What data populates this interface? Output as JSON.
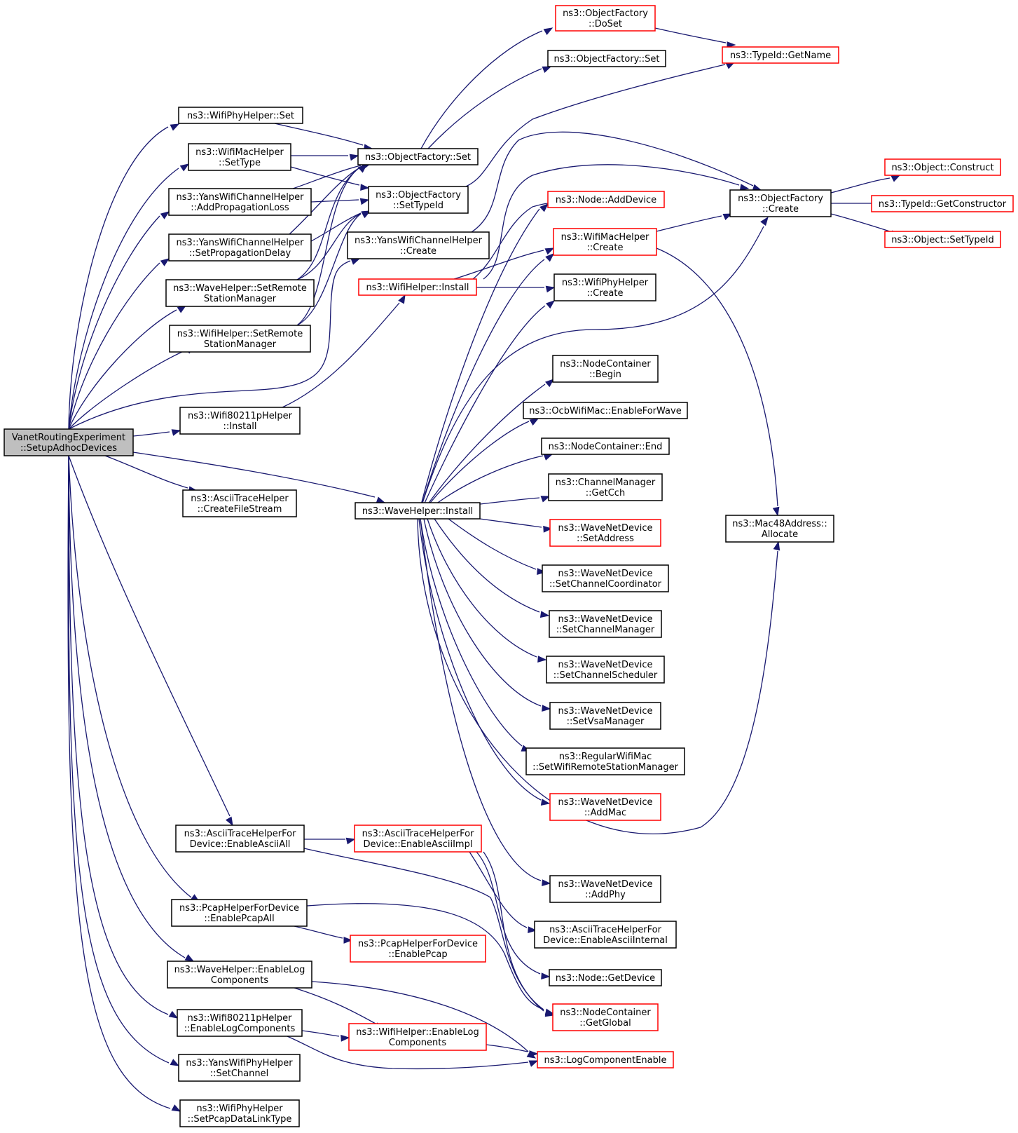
{
  "colors": {
    "edge": "#191970",
    "node_border": "#000000",
    "node_border_truncated": "#ff0000",
    "node_fill": "#ffffff",
    "root_fill": "#bfbfbf",
    "text": "#000000"
  },
  "nodes": [
    {
      "id": "root",
      "lines": [
        "VanetRoutingExperiment",
        "::SetupAdhocDevices"
      ],
      "kind": "root"
    },
    {
      "id": "wifiphy_set",
      "lines": [
        "ns3::WifiPhyHelper::Set"
      ],
      "kind": "normal"
    },
    {
      "id": "wifimac_settype",
      "lines": [
        "ns3::WifiMacHelper",
        "::SetType"
      ],
      "kind": "normal"
    },
    {
      "id": "yans_addproploss",
      "lines": [
        "ns3::YansWifiChannelHelper",
        "::AddPropagationLoss"
      ],
      "kind": "normal"
    },
    {
      "id": "yans_setpropdelay",
      "lines": [
        "ns3::YansWifiChannelHelper",
        "::SetPropagationDelay"
      ],
      "kind": "normal"
    },
    {
      "id": "wave_setremote",
      "lines": [
        "ns3::WaveHelper::SetRemote",
        "StationManager"
      ],
      "kind": "normal"
    },
    {
      "id": "wifi_setremote",
      "lines": [
        "ns3::WifiHelper::SetRemote",
        "StationManager"
      ],
      "kind": "normal"
    },
    {
      "id": "wifi80211p_install",
      "lines": [
        "ns3::Wifi80211pHelper",
        "::Install"
      ],
      "kind": "normal"
    },
    {
      "id": "ascii_createfilestream",
      "lines": [
        "ns3::AsciiTraceHelper",
        "::CreateFileStream"
      ],
      "kind": "normal"
    },
    {
      "id": "ascii_enableall",
      "lines": [
        "ns3::AsciiTraceHelperFor",
        "Device::EnableAsciiAll"
      ],
      "kind": "normal"
    },
    {
      "id": "pcap_enableall",
      "lines": [
        "ns3::PcapHelperForDevice",
        "::EnablePcapAll"
      ],
      "kind": "normal"
    },
    {
      "id": "wave_enablelog",
      "lines": [
        "ns3::WaveHelper::EnableLog",
        "Components"
      ],
      "kind": "normal"
    },
    {
      "id": "wifi80211p_enablelog",
      "lines": [
        "ns3::Wifi80211pHelper",
        "::EnableLogComponents"
      ],
      "kind": "normal"
    },
    {
      "id": "yansphy_setchannel",
      "lines": [
        "ns3::YansWifiPhyHelper",
        "::SetChannel"
      ],
      "kind": "normal"
    },
    {
      "id": "wifiphy_setpcap",
      "lines": [
        "ns3::WifiPhyHelper",
        "::SetPcapDataLinkType"
      ],
      "kind": "normal"
    },
    {
      "id": "of_set",
      "lines": [
        "ns3::ObjectFactory::Set"
      ],
      "kind": "normal"
    },
    {
      "id": "of_settypeid",
      "lines": [
        "ns3::ObjectFactory",
        "::SetTypeId"
      ],
      "kind": "normal"
    },
    {
      "id": "yans_create",
      "lines": [
        "ns3::YansWifiChannelHelper",
        "::Create"
      ],
      "kind": "normal"
    },
    {
      "id": "wifi_install",
      "lines": [
        "ns3::WifiHelper::Install"
      ],
      "kind": "truncated"
    },
    {
      "id": "wave_install",
      "lines": [
        "ns3::WaveHelper::Install"
      ],
      "kind": "normal"
    },
    {
      "id": "ascii_enableimpl",
      "lines": [
        "ns3::AsciiTraceHelperFor",
        "Device::EnableAsciiImpl"
      ],
      "kind": "truncated"
    },
    {
      "id": "pcap_enablepcap",
      "lines": [
        "ns3::PcapHelperForDevice",
        "::EnablePcap"
      ],
      "kind": "truncated"
    },
    {
      "id": "wifi_enablelog",
      "lines": [
        "ns3::WifiHelper::EnableLog",
        "Components"
      ],
      "kind": "truncated"
    },
    {
      "id": "of_doset",
      "lines": [
        "ns3::ObjectFactory",
        "::DoSet"
      ],
      "kind": "truncated"
    },
    {
      "id": "of_set2",
      "lines": [
        "ns3::ObjectFactory::Set"
      ],
      "kind": "normal"
    },
    {
      "id": "node_adddevice",
      "lines": [
        "ns3::Node::AddDevice"
      ],
      "kind": "truncated"
    },
    {
      "id": "wifimac_create",
      "lines": [
        "ns3::WifiMacHelper",
        "::Create"
      ],
      "kind": "truncated"
    },
    {
      "id": "wifiphy_create",
      "lines": [
        "ns3::WifiPhyHelper",
        "::Create"
      ],
      "kind": "normal"
    },
    {
      "id": "nc_begin",
      "lines": [
        "ns3::NodeContainer",
        "::Begin"
      ],
      "kind": "normal"
    },
    {
      "id": "ocb_enableforwave",
      "lines": [
        "ns3::OcbWifiMac::EnableForWave"
      ],
      "kind": "normal"
    },
    {
      "id": "nc_end",
      "lines": [
        "ns3::NodeContainer::End"
      ],
      "kind": "normal"
    },
    {
      "id": "cm_getcch",
      "lines": [
        "ns3::ChannelManager",
        "::GetCch"
      ],
      "kind": "normal"
    },
    {
      "id": "wnd_setaddress",
      "lines": [
        "ns3::WaveNetDevice",
        "::SetAddress"
      ],
      "kind": "truncated"
    },
    {
      "id": "wnd_setchcoord",
      "lines": [
        "ns3::WaveNetDevice",
        "::SetChannelCoordinator"
      ],
      "kind": "normal"
    },
    {
      "id": "wnd_setchmgr",
      "lines": [
        "ns3::WaveNetDevice",
        "::SetChannelManager"
      ],
      "kind": "normal"
    },
    {
      "id": "wnd_setchsched",
      "lines": [
        "ns3::WaveNetDevice",
        "::SetChannelScheduler"
      ],
      "kind": "normal"
    },
    {
      "id": "wnd_setvsa",
      "lines": [
        "ns3::WaveNetDevice",
        "::SetVsaManager"
      ],
      "kind": "normal"
    },
    {
      "id": "rwm_setremote",
      "lines": [
        "ns3::RegularWifiMac",
        "::SetWifiRemoteStationManager"
      ],
      "kind": "normal"
    },
    {
      "id": "wnd_addmac",
      "lines": [
        "ns3::WaveNetDevice",
        "::AddMac"
      ],
      "kind": "truncated"
    },
    {
      "id": "wnd_addphy",
      "lines": [
        "ns3::WaveNetDevice",
        "::AddPhy"
      ],
      "kind": "normal"
    },
    {
      "id": "ascii_enableinternal",
      "lines": [
        "ns3::AsciiTraceHelperFor",
        "Device::EnableAsciiInternal"
      ],
      "kind": "normal"
    },
    {
      "id": "node_getdevice",
      "lines": [
        "ns3::Node::GetDevice"
      ],
      "kind": "normal"
    },
    {
      "id": "nc_getglobal",
      "lines": [
        "ns3::NodeContainer",
        "::GetGlobal"
      ],
      "kind": "truncated"
    },
    {
      "id": "log_enable",
      "lines": [
        "ns3::LogComponentEnable"
      ],
      "kind": "truncated"
    },
    {
      "id": "typeid_getname",
      "lines": [
        "ns3::TypeId::GetName"
      ],
      "kind": "truncated"
    },
    {
      "id": "of_create",
      "lines": [
        "ns3::ObjectFactory",
        "::Create"
      ],
      "kind": "normal"
    },
    {
      "id": "mac48_allocate",
      "lines": [
        "ns3::Mac48Address::",
        "Allocate"
      ],
      "kind": "normal"
    },
    {
      "id": "obj_construct",
      "lines": [
        "ns3::Object::Construct"
      ],
      "kind": "truncated"
    },
    {
      "id": "typeid_getctor",
      "lines": [
        "ns3::TypeId::GetConstructor"
      ],
      "kind": "truncated"
    },
    {
      "id": "obj_settypeid",
      "lines": [
        "ns3::Object::SetTypeId"
      ],
      "kind": "truncated"
    }
  ]
}
